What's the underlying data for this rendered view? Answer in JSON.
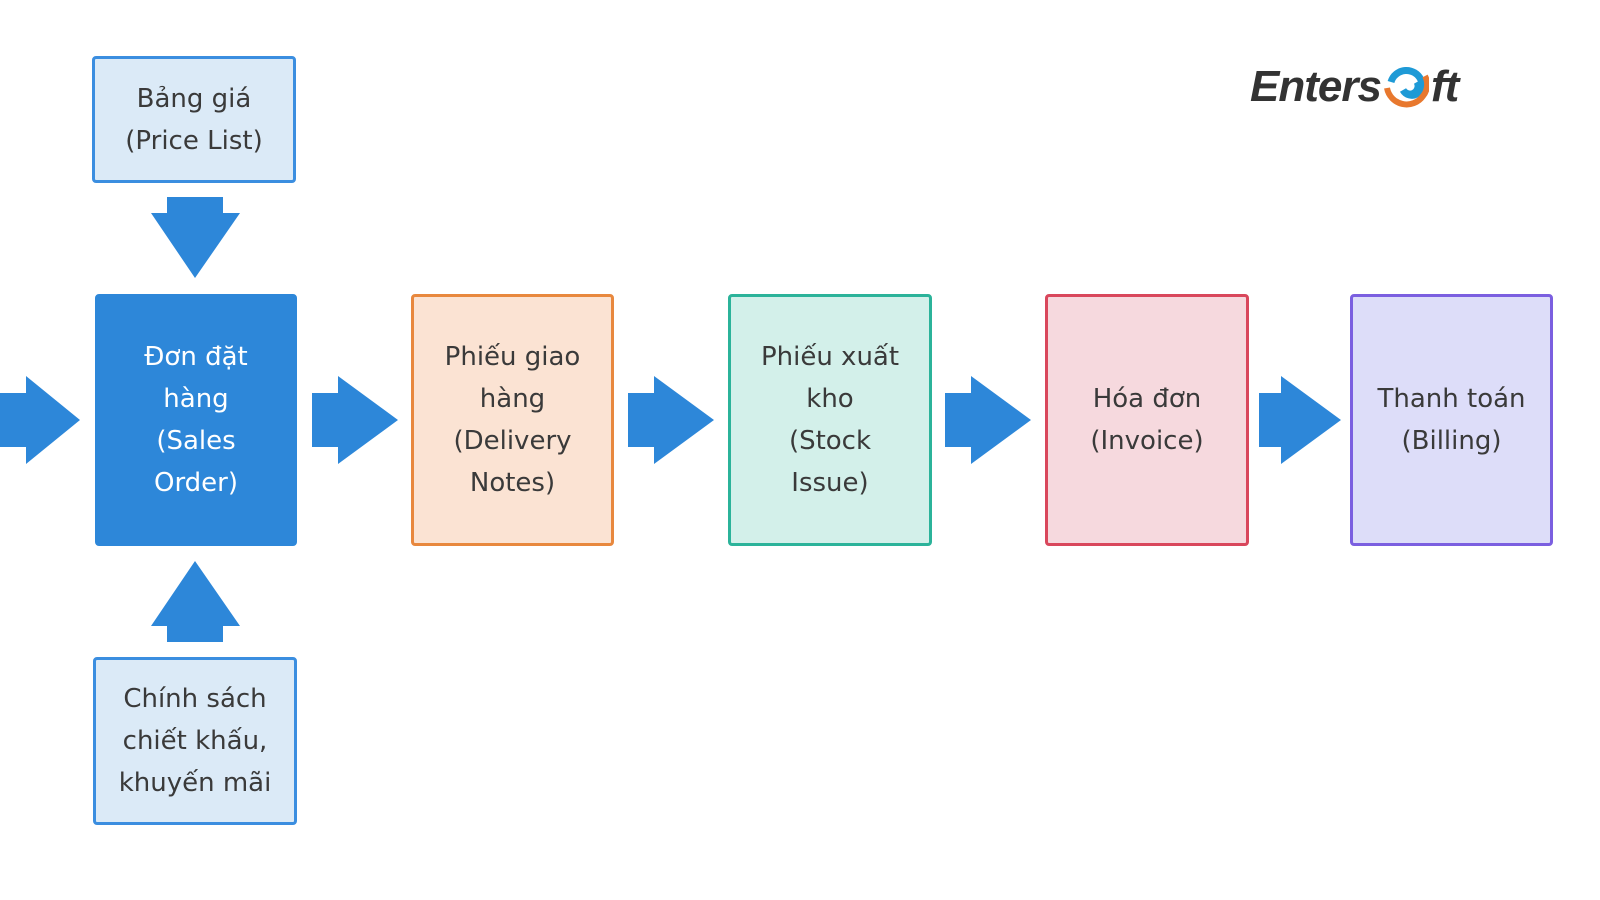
{
  "logo": {
    "text_before": "Enters",
    "text_after": "ft",
    "full": "EntersOft"
  },
  "boxes": {
    "price_list": "Bảng giá\n(Price List)",
    "sales_order": "Đơn đặt\nhàng\n(Sales\nOrder)",
    "delivery_notes": "Phiếu giao\nhàng\n(Delivery\nNotes)",
    "stock_issue": "Phiếu xuất\nkho\n(Stock\nIssue)",
    "invoice": "Hóa đơn\n(Invoice)",
    "billing": "Thanh toán\n(Billing)",
    "discount_policy": "Chính sách\nchiết khấu,\nkhuyến mãi"
  },
  "colors": {
    "arrow": "#2d87d9",
    "sales_order_fill": "#2d87d9",
    "price_fill": "#dbeaf7",
    "price_border": "#3b8ee0",
    "delivery_fill": "#fbe3d3",
    "delivery_border": "#e8883e",
    "stock_fill": "#d3f0ea",
    "stock_border": "#2bb39a",
    "invoice_fill": "#f6d9de",
    "invoice_border": "#d9475c",
    "billing_fill": "#ddddf9",
    "billing_border": "#7b5fe0"
  }
}
